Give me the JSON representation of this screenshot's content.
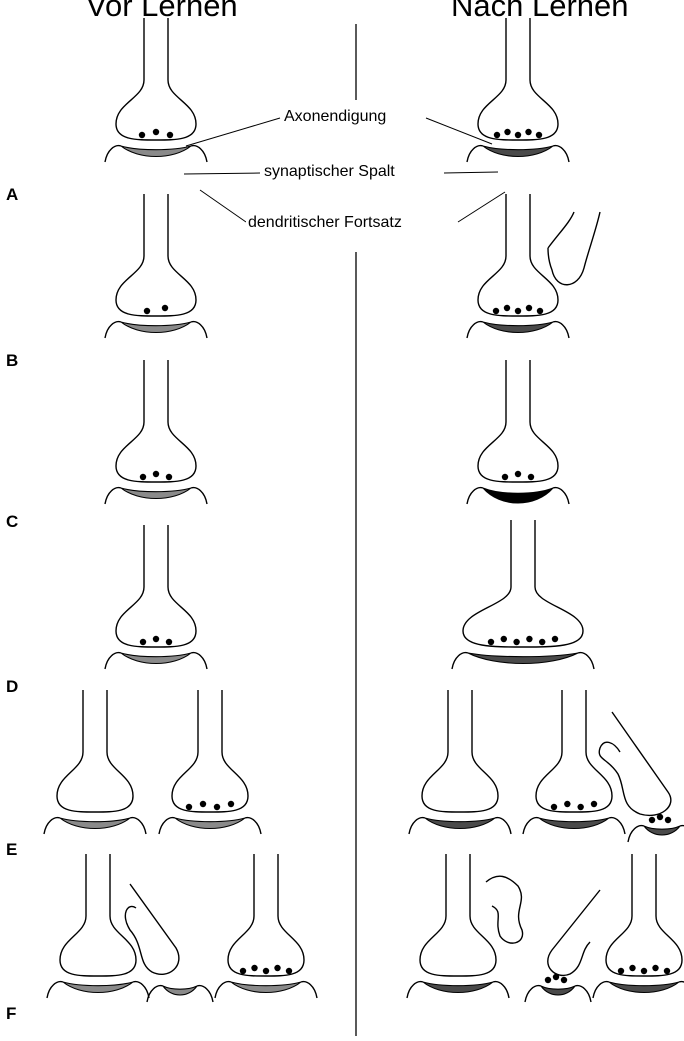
{
  "columns": {
    "before": "Vor Lernen",
    "after": "Nach Lernen"
  },
  "callouts": {
    "axon": "Axonendigung",
    "cleft": "synaptischer Spalt",
    "dendrite": "dendritischer Fortsatz"
  },
  "rows": [
    "A",
    "B",
    "C",
    "D",
    "E",
    "F"
  ],
  "colors": {
    "line": "#000000",
    "dendrite_before": "#8a8a8a",
    "dendrite_after": "#4a4a4a",
    "dendrite_strong": "#000000"
  }
}
